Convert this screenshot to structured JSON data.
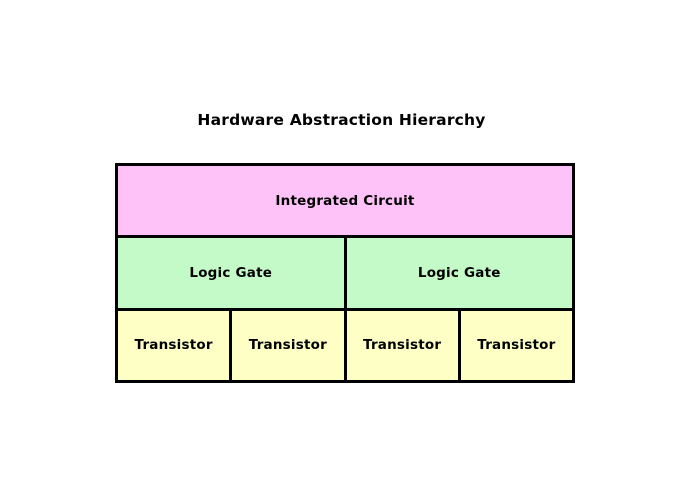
{
  "title": "Hardware Abstraction Hierarchy",
  "colors": {
    "background": "#ffffff",
    "border": "#000000",
    "text": "#000000",
    "integrated_circuit_fill": "#ffc2f8",
    "logic_gate_fill": "#c3fac8",
    "transistor_fill": "#fdffc5"
  },
  "hierarchy": {
    "levels": [
      {
        "name": "integrated-circuit",
        "label": "Integrated Circuit",
        "count": 1,
        "fill": "#ffc2f8"
      },
      {
        "name": "logic-gate",
        "label": "Logic Gate",
        "count": 2,
        "fill": "#c3fac8"
      },
      {
        "name": "transistor",
        "label": "Transistor",
        "count": 4,
        "fill": "#fdffc5"
      }
    ]
  }
}
